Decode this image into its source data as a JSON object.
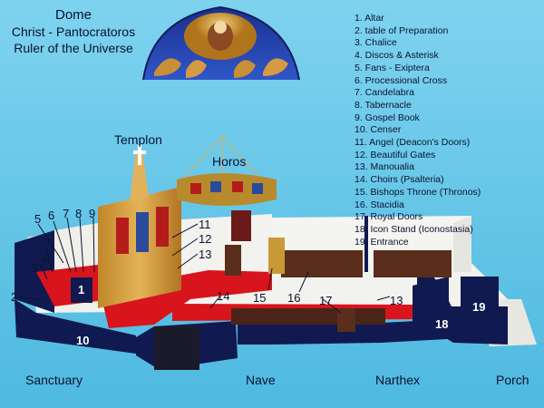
{
  "titles": {
    "dome": "Dome",
    "christ": "Christ - Pantocratoros",
    "ruler": "Ruler of the Universe",
    "templon": "Templon",
    "horos": "Horos"
  },
  "legend": [
    "1. Altar",
    "2. table of Preparation",
    "3. Chalice",
    "4. Discos & Asterisk",
    "5. Fans - Exiptera",
    "6. Processional Cross",
    "7. Candelabra",
    "8. Tabernacle",
    "9. Gospel Book",
    "10. Censer",
    "11. Angel (Deacon's Doors)",
    "12. Beautiful Gates",
    "13. Manoualia",
    "14. Choirs (Psalteria)",
    "15. Bishops Throne (Thronos)",
    "16. Stacidia",
    "17. Royal Doors",
    "18. Icon Stand (Iconostasia)",
    "19. Entrance"
  ],
  "regions": {
    "sanctuary": "Sanctuary",
    "nave": "Nave",
    "narthex": "Narthex",
    "porch": "Porch"
  },
  "numbers": {
    "n1": "1",
    "n2": "2",
    "n3": "3",
    "n4": "4",
    "n5": "5",
    "n6": "6",
    "n7": "7",
    "n8": "8",
    "n9": "9",
    "n10": "10",
    "n11": "11",
    "n12": "12",
    "n13a": "13",
    "n13b": "13",
    "n14": "14",
    "n15": "15",
    "n16": "16",
    "n17": "17",
    "n18": "18",
    "n19": "19"
  },
  "colors": {
    "sky": "#5fc6e8",
    "wall_navy": "#101a50",
    "floor": "#f2f2ee",
    "carpet": "#d8141c",
    "wood": "#5a2e1c",
    "gold": "#c89a36"
  }
}
